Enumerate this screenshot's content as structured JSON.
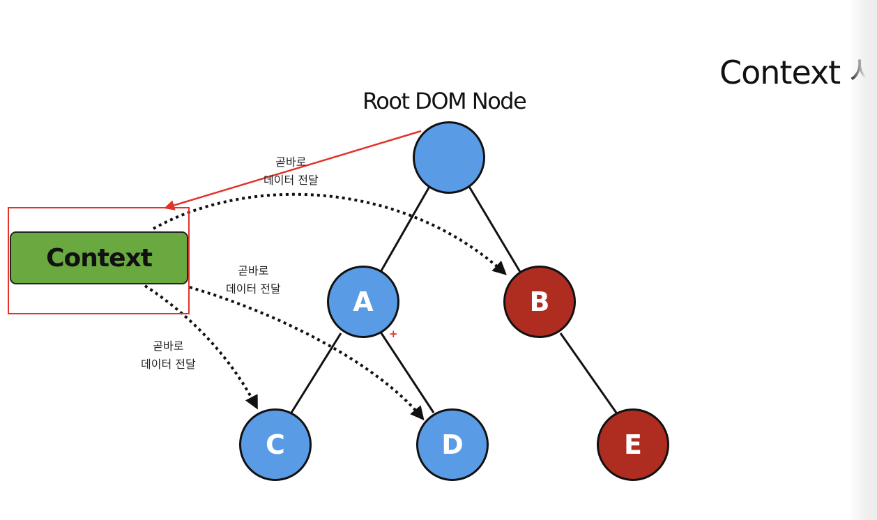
{
  "slide_title": "Context 사",
  "root_label": "Root DOM Node",
  "context_label": "Context",
  "nodes": {
    "root": "",
    "a": "A",
    "b": "B",
    "c": "C",
    "d": "D",
    "e": "E"
  },
  "notes": {
    "to_b": {
      "line1": "곧바로",
      "line2": "데이터 전달"
    },
    "to_d": {
      "line1": "곧바로",
      "line2": "데이터 전달"
    },
    "to_c": {
      "line1": "곧바로",
      "line2": "데이터 전달"
    }
  },
  "colors": {
    "blue_node": "#5a9be6",
    "red_node": "#ae2c20",
    "context_green": "#6aa940",
    "annotation_red": "#e0342b"
  }
}
